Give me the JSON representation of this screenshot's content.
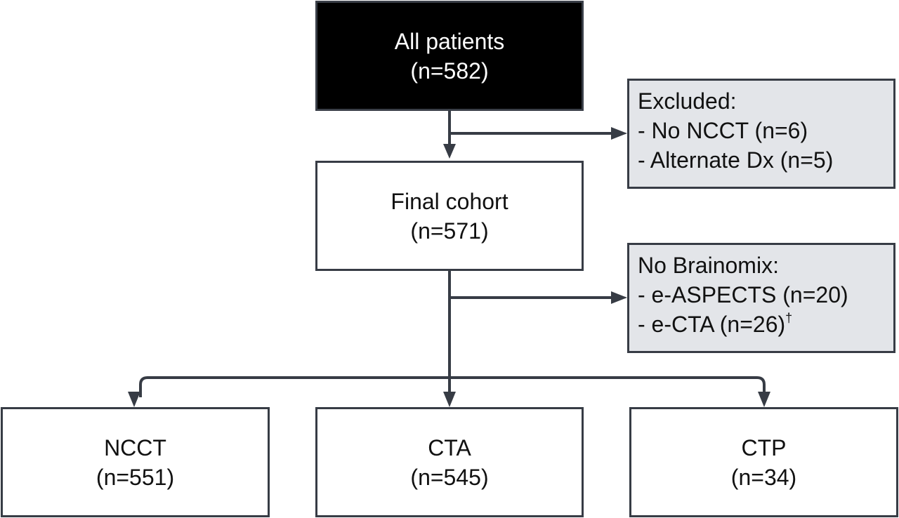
{
  "boxes": {
    "all_patients": {
      "label": "All patients",
      "count": "(n=582)"
    },
    "final_cohort": {
      "label": "Final cohort",
      "count": "(n=571)"
    },
    "excluded": {
      "title": "Excluded:",
      "items": [
        "- No NCCT (n=6)",
        "- Alternate Dx (n=5)"
      ]
    },
    "no_brainomix": {
      "title": "No Brainomix:",
      "items": [
        "- e-ASPECTS (n=20)",
        "- e-CTA (n=26)"
      ],
      "footnote_mark": "†"
    },
    "ncct": {
      "label": "NCCT",
      "count": "(n=551)"
    },
    "cta": {
      "label": "CTA",
      "count": "(n=545)"
    },
    "ctp": {
      "label": "CTP",
      "count": "(n=34)"
    }
  },
  "colors": {
    "line": "#373c45",
    "dark_box": "#000000",
    "gray_box": "#e3e5e9"
  }
}
